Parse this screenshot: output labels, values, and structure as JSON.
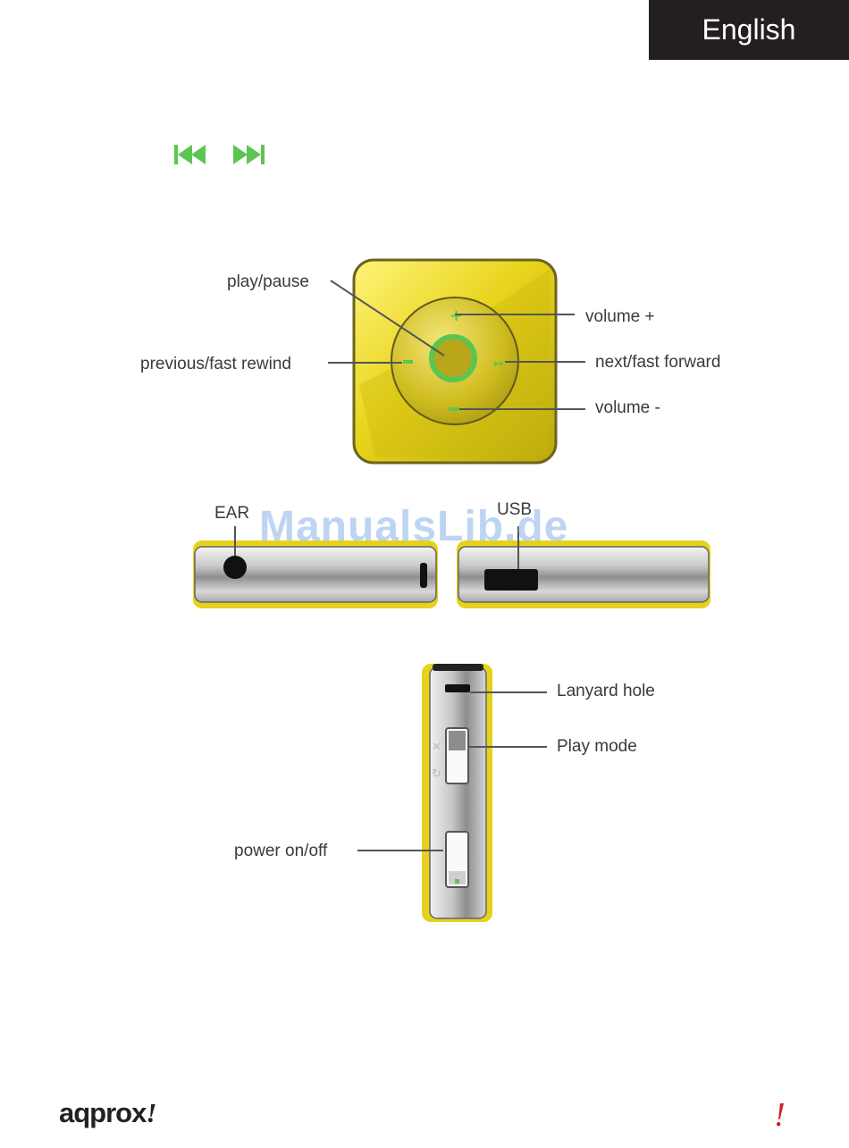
{
  "header": {
    "language": "English"
  },
  "icons": {
    "prev": "rewind-icon",
    "next": "forward-icon",
    "accent": "#5cc552"
  },
  "front": {
    "play_pause": "play/pause",
    "volume_up": "volume +",
    "previous": "previous/fast rewind",
    "next": "next/fast forward",
    "volume_down": "volume -"
  },
  "top": {
    "ear": "EAR",
    "usb": "USB"
  },
  "side": {
    "lanyard": "Lanyard hole",
    "play_mode": "Play mode",
    "power": "power on/off"
  },
  "watermark": "ManualsLib.de",
  "footer": {
    "brand": "aqprox",
    "brand_mark": "!",
    "page_mark": "!"
  },
  "colors": {
    "device_yellow": "#e6d21a",
    "button_green": "#5cc552",
    "tab_black": "#231f20"
  }
}
